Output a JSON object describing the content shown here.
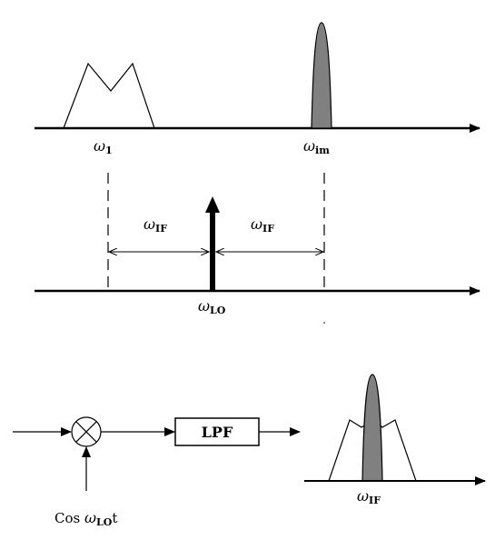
{
  "top_spectrum": {
    "signal_label": {
      "sym": "ω",
      "sub": "1"
    },
    "image_label": {
      "sym": "ω",
      "sub": "im"
    }
  },
  "lo_spectrum": {
    "if_label_left": {
      "sym": "ω",
      "sub": "IF"
    },
    "if_label_right": {
      "sym": "ω",
      "sub": "IF"
    },
    "lo_label": {
      "sym": "ω",
      "sub": "LO"
    }
  },
  "mixer_chain": {
    "lpf_label": "LPF",
    "oscillator_label": {
      "prefix": "Cos ",
      "sym": "ω",
      "sub": "LO",
      "suffix": "t"
    }
  },
  "output_spectrum": {
    "if_label": {
      "sym": "ω",
      "sub": "IF"
    }
  },
  "colors": {
    "stroke": "#000000",
    "filled_band": "#808080"
  }
}
